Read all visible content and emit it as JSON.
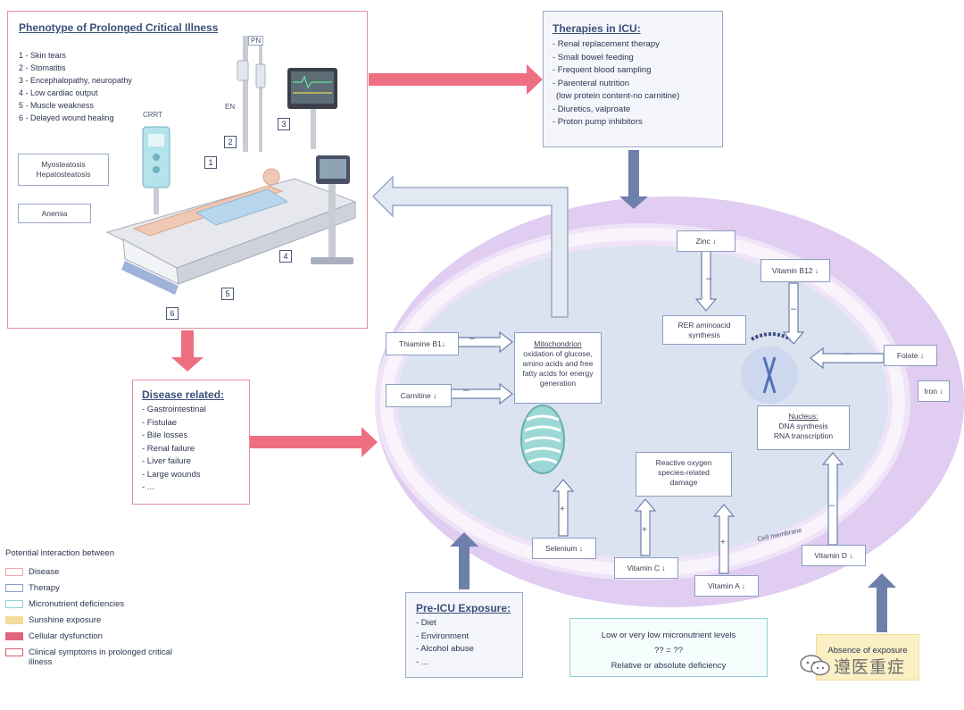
{
  "phenotype": {
    "title": "Phenotype of Prolonged Critical Illness",
    "items": [
      "1 - Skin tears",
      "2 - Stomatitis",
      "3 - Encephalopathy, neuropathy",
      "4 - Low cardiac output",
      "5 - Muscle weakness",
      "6 - Delayed wound healing"
    ],
    "myosteatosis": [
      "Myosteatosis",
      "Hepatosteatosis"
    ],
    "anemia": "Anemia",
    "device_labels": {
      "pn": "PN",
      "en": "EN",
      "crrt": "CRRT"
    },
    "markers": [
      "1",
      "2",
      "3",
      "4",
      "5",
      "6"
    ]
  },
  "therapies": {
    "title": "Therapies in ICU:",
    "items": [
      "- Renal replacement therapy",
      "- Small bowel feeding",
      "- Frequent blood sampling",
      "- Parenteral nutrition",
      "(low protein content-no carnitine)",
      "- Diuretics, valproate",
      "- Proton pump inhibitors"
    ]
  },
  "disease": {
    "title": "Disease related:",
    "items": [
      "- Gastrointestinal",
      "- Fistulae",
      "- Bile losses",
      "- Renal failure",
      "- Liver failure",
      "- Large wounds",
      "- ..."
    ]
  },
  "pre_icu": {
    "title": "Pre-ICU Exposure:",
    "items": [
      "- Diet",
      "- Environment",
      "- Alcohol abuse",
      "- ..."
    ]
  },
  "legend": {
    "title": "Potential interaction between",
    "items": [
      {
        "label": "Disease",
        "color": "#e9a9b2",
        "fill": false
      },
      {
        "label": "Therapy",
        "color": "#8c9dc0",
        "fill": false
      },
      {
        "label": "Micronutrient deficiencies",
        "color": "#8fd4d4",
        "fill": false
      },
      {
        "label": "Sunshine exposure",
        "color": "#f3dc9a",
        "fill": true
      },
      {
        "label": "Cellular dysfunction",
        "color": "#e2637b",
        "fill": true
      },
      {
        "label": "Clinical symptoms in prolonged critical illness",
        "color": "#d95b6c",
        "fill": false
      }
    ]
  },
  "cell": {
    "zinc": "Zinc ↓",
    "rer": [
      "RER aminoacid",
      "synthesis"
    ],
    "vitamin_b12": "Vitamin B12 ↓",
    "thiamine": "Thiamine B1↓",
    "carnitine": "Carnitine ↓",
    "mitochondrion": [
      "Mitochondrion",
      "oxidation of glucose,",
      "amino acids and free",
      "fatty acids for energy",
      "generation"
    ],
    "folate": "Folate ↓",
    "iron": "Iron ↓",
    "nucleus": [
      "Nucleus:",
      "DNA synthesis",
      "RNA transcription"
    ],
    "ros": [
      "Reactive oxygen",
      "species-related",
      "damage"
    ],
    "selenium": "Selenium ↓",
    "vitamin_c": "Vitamin C ↓",
    "vitamin_a": "Vitamin A ↓",
    "vitamin_d": "Vitamin D ↓",
    "cell_membrane": "Cell membrane",
    "minus": "–",
    "plus": "+"
  },
  "low_levels": [
    "Low or very low micronutrient levels",
    "?? = ??",
    "Relative or absolute deficiency"
  ],
  "absence": "Absence of exposure",
  "watermark": "遵医重症",
  "colors": {
    "pink": "#ef6f82",
    "pink_border": "#e8909d",
    "blue": "#6d7fab",
    "blue_border": "#9aa8c8",
    "lavender": "#e0cdf1",
    "lavender_inner": "#efe3f8",
    "cell": "#dbe3f1",
    "teal": "#9bd8d6",
    "yellow": "#fbefc4"
  }
}
